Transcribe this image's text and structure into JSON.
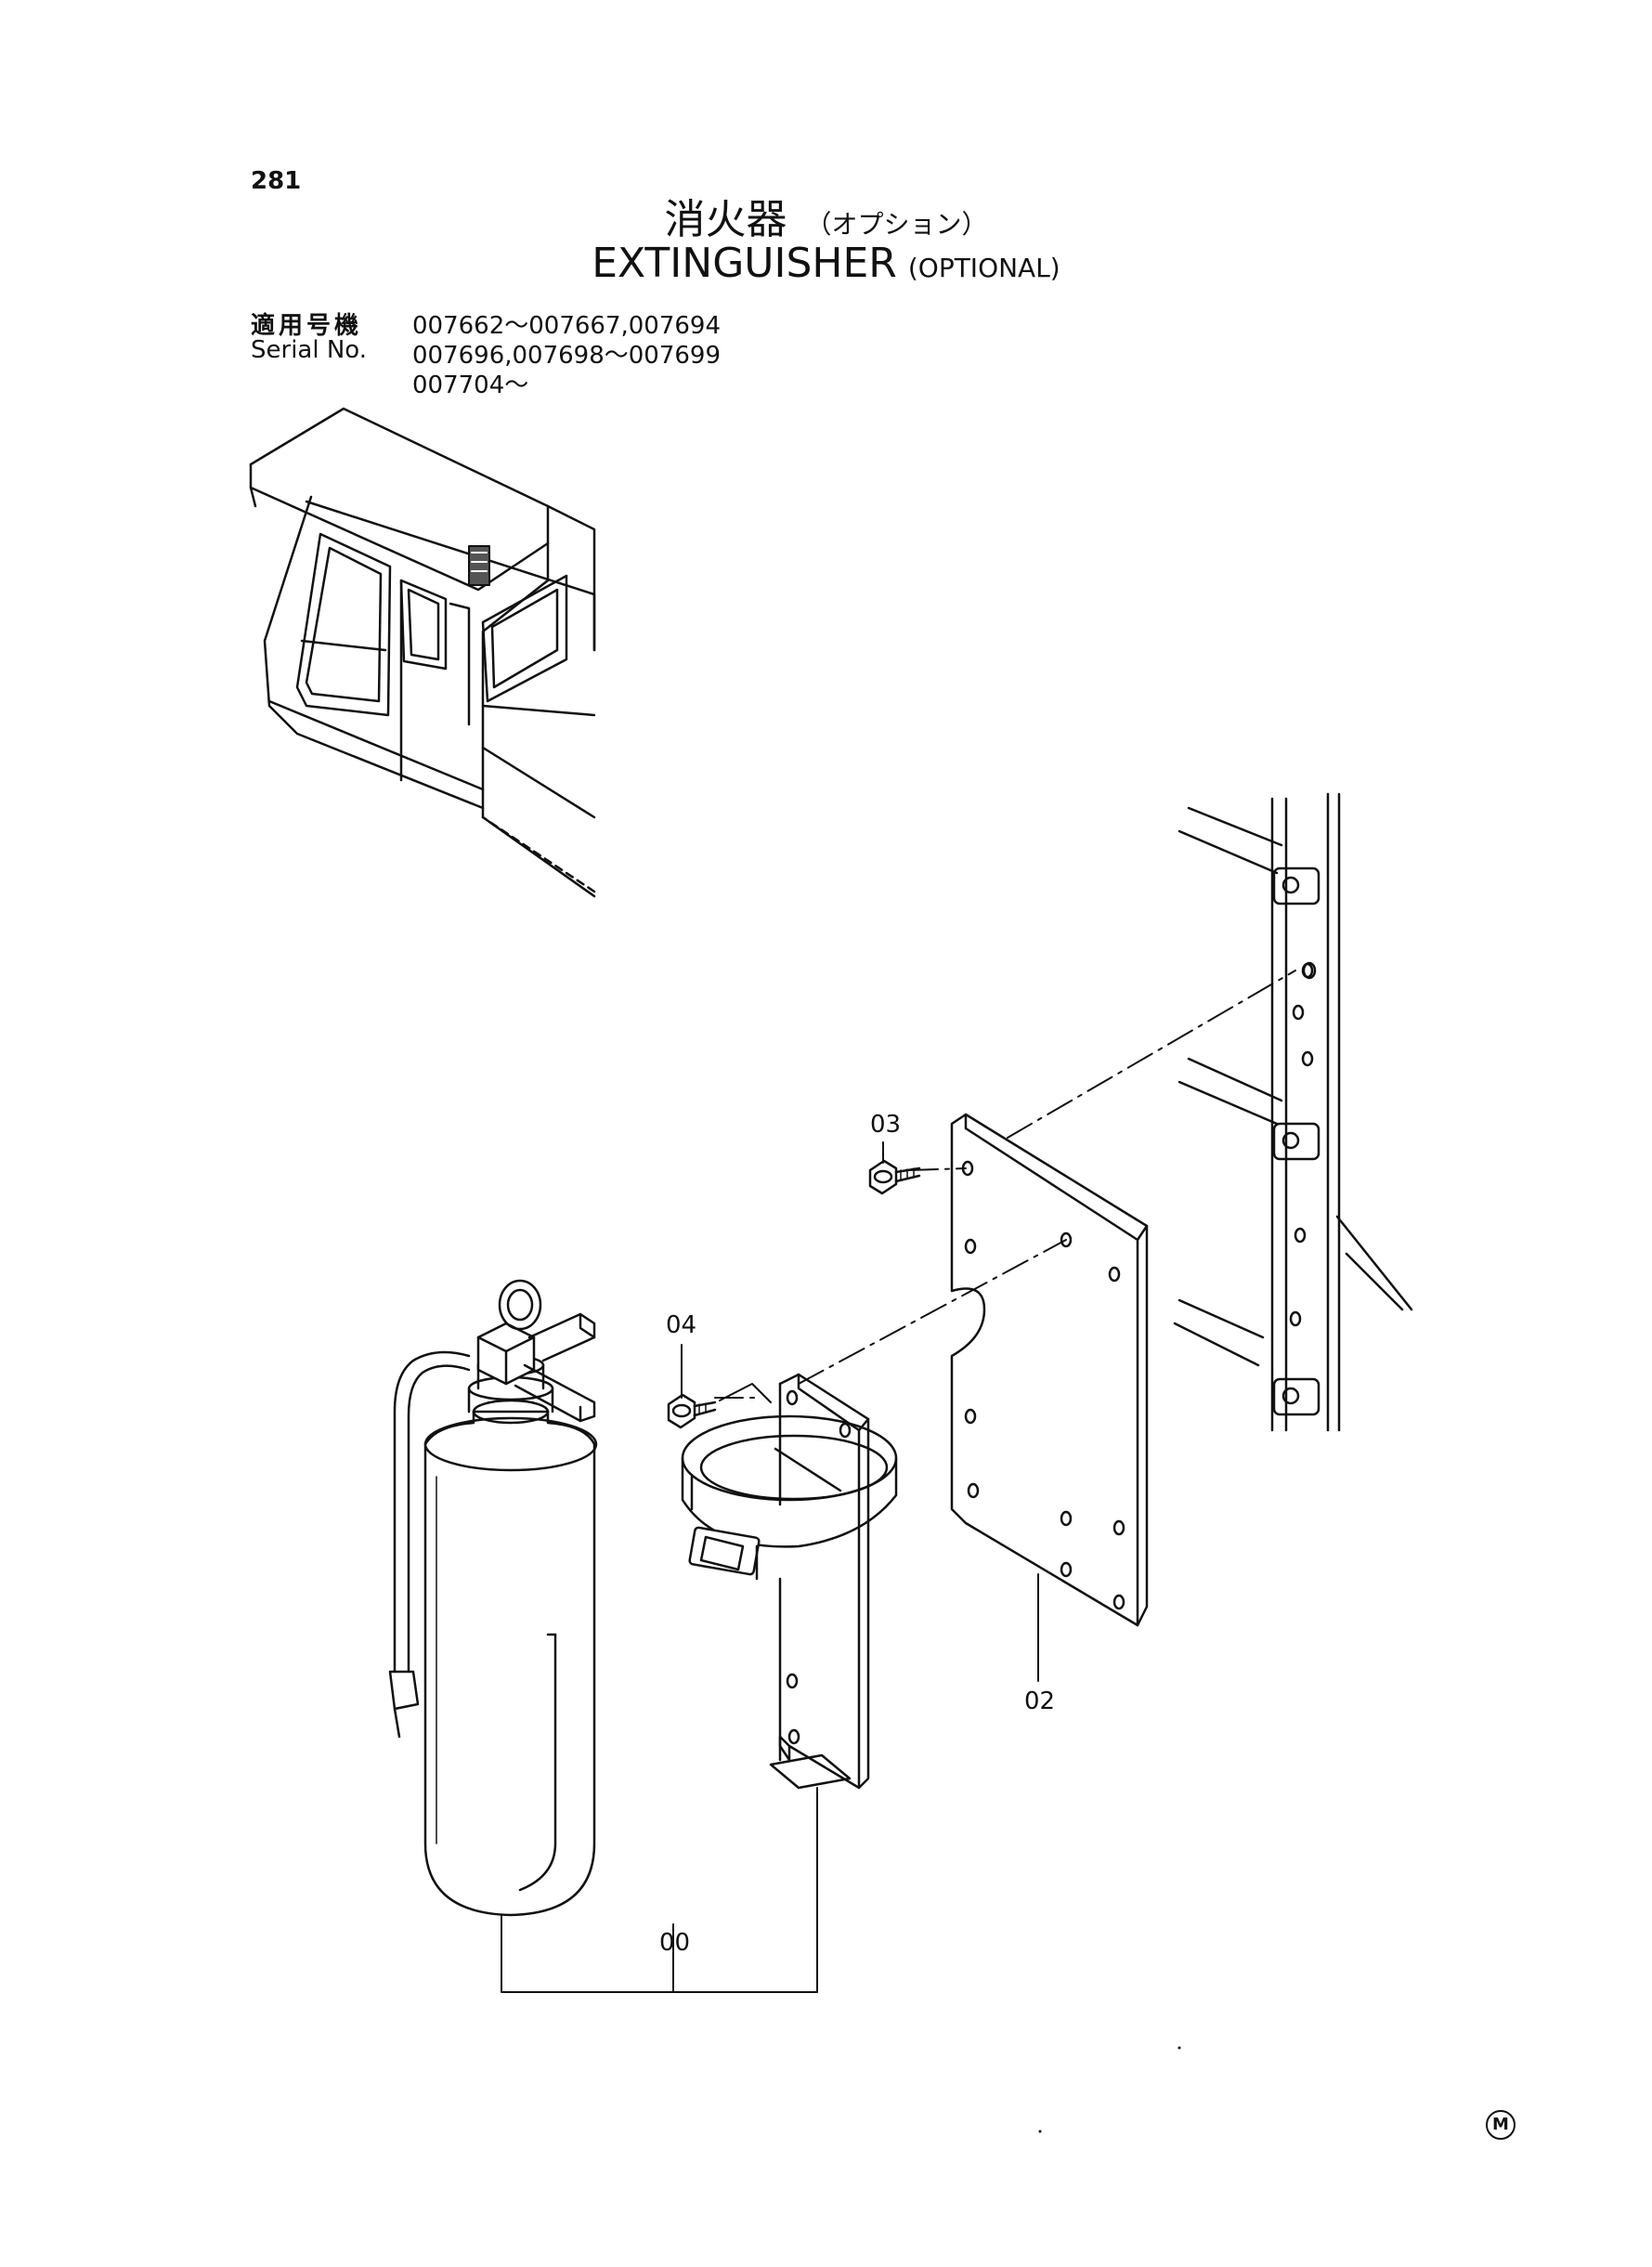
{
  "page_number": "281",
  "title": {
    "jp": "消火器",
    "jp_sub": "（オプション）",
    "en": "EXTINGUISHER",
    "en_sub": "(OPTIONAL)"
  },
  "serial": {
    "label_jp": "適用号機",
    "label_en": "Serial No.",
    "ranges": [
      "007662～007667,007694",
      "007696,007698～007699",
      "007704～"
    ]
  },
  "callouts": {
    "assembly": "00",
    "plate": "02",
    "bolt_upper": "03",
    "bolt_lower": "04"
  },
  "corner_mark": "M"
}
